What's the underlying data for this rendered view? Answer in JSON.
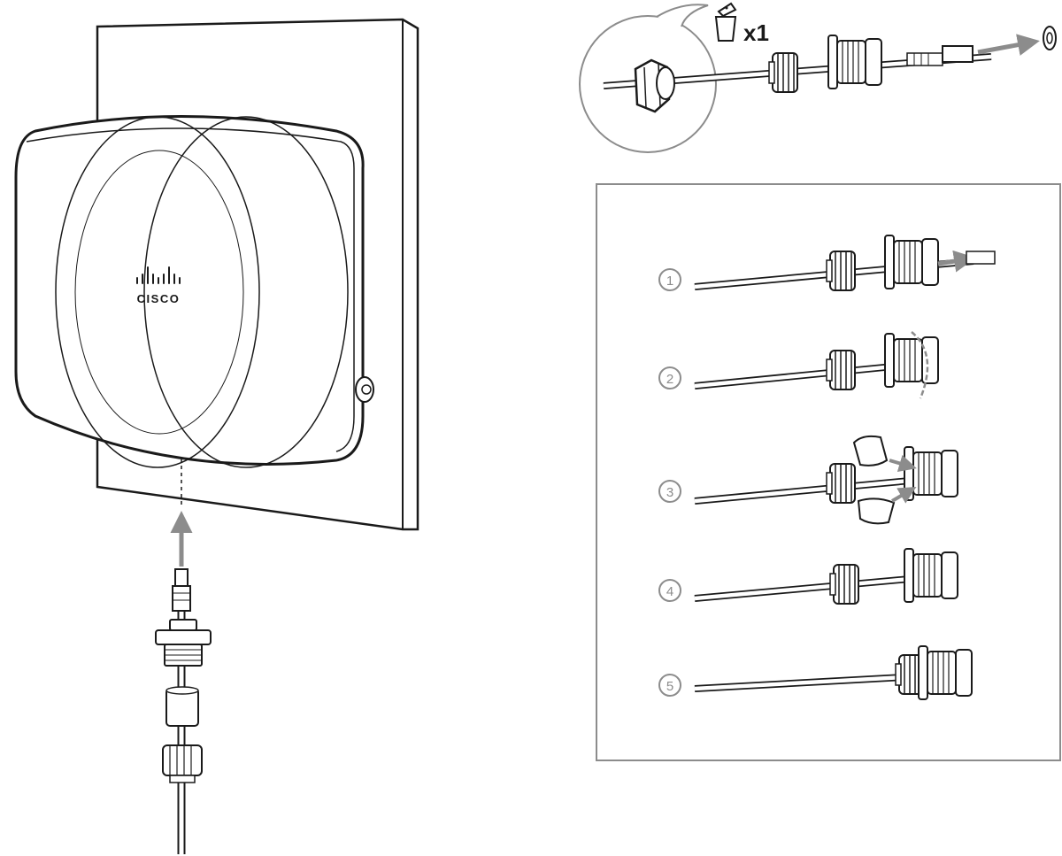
{
  "device": {
    "logo_text": "CISCO"
  },
  "inset": {
    "quantity_label": "x1"
  },
  "steps": [
    {
      "number": "1",
      "action": "remove-plug"
    },
    {
      "number": "2",
      "action": "rotate-body"
    },
    {
      "number": "3",
      "action": "insert-split-seals"
    },
    {
      "number": "4",
      "action": "seat-seal"
    },
    {
      "number": "5",
      "action": "tighten-nut"
    }
  ],
  "colors": {
    "line": "#1a1a1a",
    "arrow": "#8c8c8c",
    "panel_border": "#8c8c8c",
    "wall_fill": "#ffffff"
  }
}
